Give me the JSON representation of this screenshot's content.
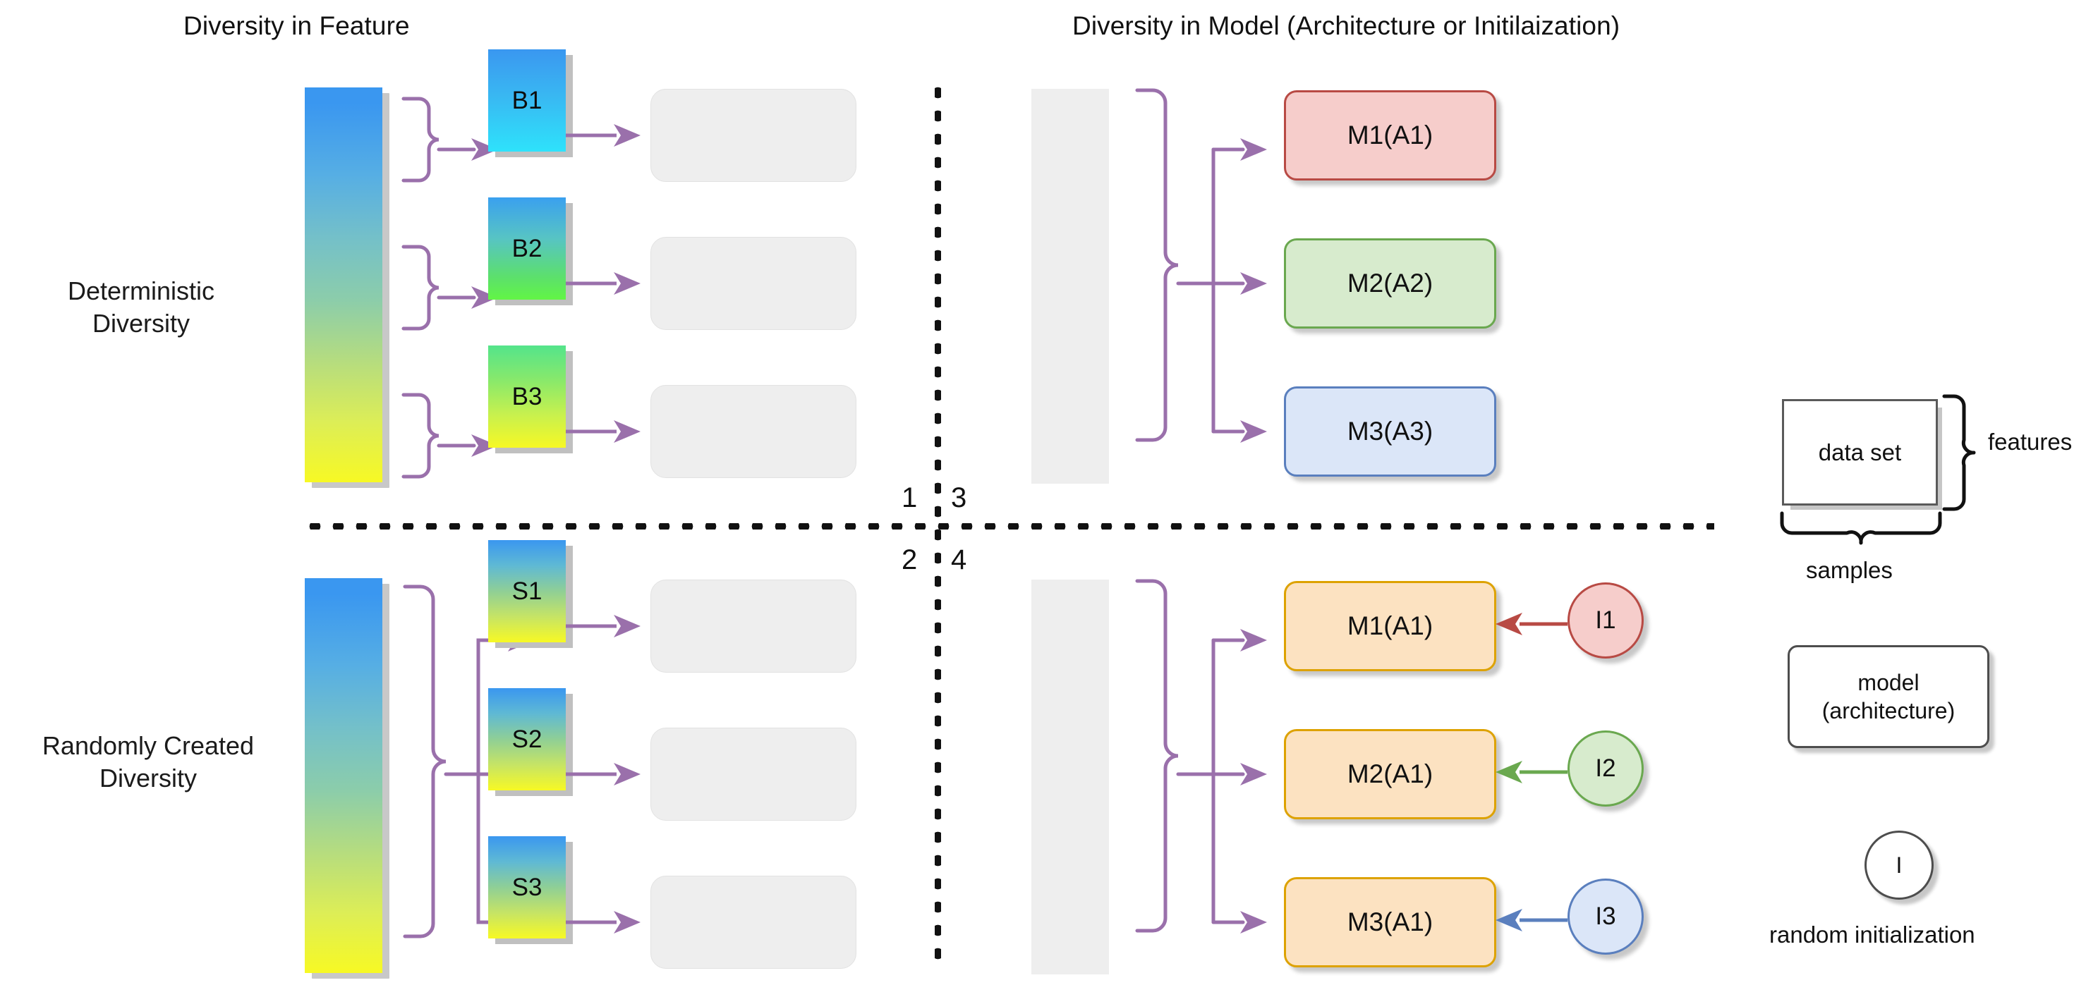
{
  "headers": {
    "left_title": "Diversity in Feature",
    "right_title": "Diversity in Model (Architecture or Initilaization)"
  },
  "row_labels": {
    "top": "Deterministic\nDiversity",
    "bottom": "Randomly Created\nDiversity"
  },
  "quadrant_numbers": {
    "top_left": "1",
    "bottom_left": "2",
    "top_right": "3",
    "bottom_right": "4"
  },
  "quadrants": {
    "q1": {
      "feature_subsets": [
        {
          "label": "B1"
        },
        {
          "label": "B2"
        },
        {
          "label": "B3"
        }
      ],
      "outputs": [
        "",
        "",
        ""
      ]
    },
    "q2": {
      "feature_subsets": [
        {
          "label": "S1"
        },
        {
          "label": "S2"
        },
        {
          "label": "S3"
        }
      ],
      "outputs": [
        "",
        "",
        ""
      ]
    },
    "q3": {
      "models": [
        {
          "label": "M1(A1)",
          "style": "m-red"
        },
        {
          "label": "M2(A2)",
          "style": "m-green"
        },
        {
          "label": "M3(A3)",
          "style": "m-blue"
        }
      ]
    },
    "q4": {
      "models": [
        {
          "label": "M1(A1)",
          "style": "m-orange"
        },
        {
          "label": "M2(A1)",
          "style": "m-orange"
        },
        {
          "label": "M3(A1)",
          "style": "m-orange"
        }
      ],
      "inits": [
        {
          "label": "I1",
          "style": "i-red",
          "arrow_color": "#b84a44"
        },
        {
          "label": "I2",
          "style": "i-green",
          "arrow_color": "#6aa84f"
        },
        {
          "label": "I3",
          "style": "i-blue",
          "arrow_color": "#5a7fbe"
        }
      ]
    }
  },
  "legend": {
    "dataset_label": "data set",
    "features_label": "features",
    "samples_label": "samples",
    "model_label": "model\n(architecture)",
    "init_symbol": "I",
    "init_label": "random initialization"
  },
  "colors": {
    "arrow_purple": "#9a70ab",
    "gray_box": "#eeeeee",
    "background": "#ffffff"
  }
}
